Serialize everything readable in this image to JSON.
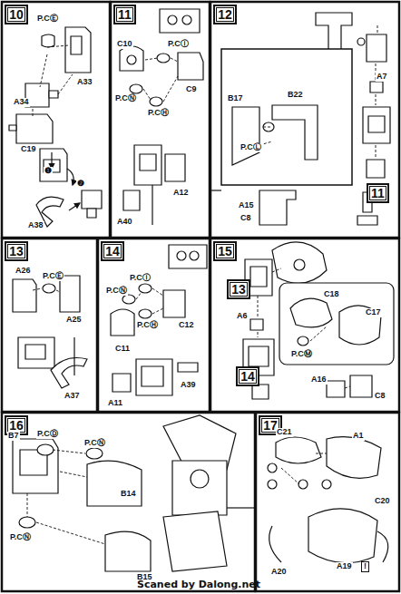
{
  "diagram": {
    "nodes": [
      {
        "text": [
          "10"
        ]
      },
      {
        "text": [
          "11"
        ]
      },
      {
        "text": [
          "12"
        ]
      },
      {
        "text": [
          "11"
        ]
      },
      {
        "text": [
          "13"
        ]
      },
      {
        "text": [
          "14"
        ]
      },
      {
        "text": [
          "15"
        ]
      },
      {
        "text": [
          "13"
        ]
      },
      {
        "text": [
          "14"
        ]
      },
      {
        "text": [
          "16"
        ]
      },
      {
        "text": [
          "17"
        ]
      }
    ],
    "labels": [
      "P.CⒺ",
      "A33",
      "A34",
      "C19",
      "❶",
      "❷",
      "A38",
      "C10",
      "P.CⒾ",
      "C9",
      "P.CⓃ",
      "P.CⒽ",
      "A12",
      "A40",
      "B22",
      "B17",
      "P.CⓁ",
      "A7",
      "A15",
      "C8",
      "A26",
      "P.CⒺ",
      "A25",
      "A37",
      "P.CⒾ",
      "P.CⓃ",
      "P.CⒽ",
      "C12",
      "C11",
      "A11",
      "A39",
      "C18",
      "C17",
      "A6",
      "P.CⓂ",
      "A16",
      "C8",
      "B7",
      "P.CⒹ",
      "P.CⓃ",
      "B14",
      "P.CⓃ",
      "B15",
      "C21",
      "A1",
      "C20",
      "A19",
      "!",
      "A20",
      "Scaned by Dalong.net"
    ]
  }
}
